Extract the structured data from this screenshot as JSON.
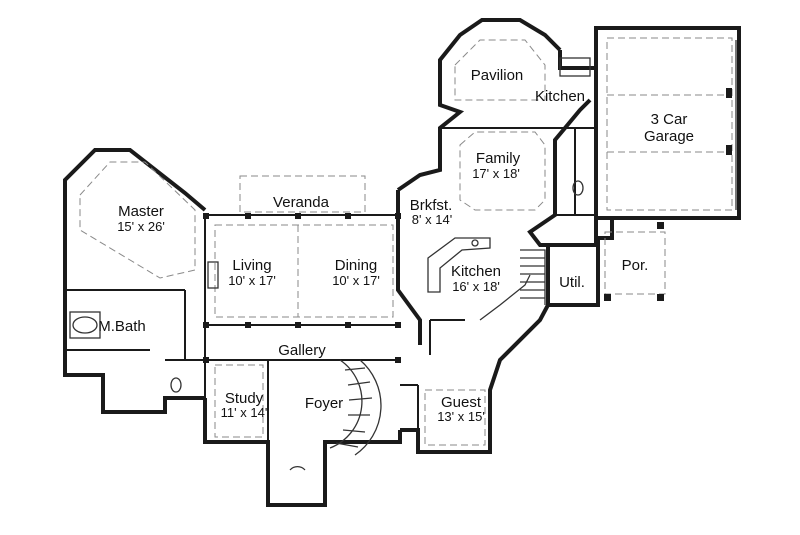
{
  "rooms": {
    "pavilion": {
      "name": "Pavilion"
    },
    "outdoor_kitchen": {
      "name": "Kitchen"
    },
    "garage": {
      "name_line1": "3 Car",
      "name_line2": "Garage"
    },
    "family": {
      "name": "Family",
      "dim": "17' x 18'"
    },
    "master": {
      "name": "Master",
      "dim": "15' x 26'"
    },
    "veranda": {
      "name": "Veranda"
    },
    "breakfast": {
      "name": "Brkfst.",
      "dim": "8' x 14'"
    },
    "living": {
      "name": "Living",
      "dim": "10' x 17'"
    },
    "dining": {
      "name": "Dining",
      "dim": "10' x 17'"
    },
    "kitchen": {
      "name": "Kitchen",
      "dim": "16' x 18'"
    },
    "utility": {
      "name": "Util."
    },
    "porch": {
      "name": "Por."
    },
    "master_bath": {
      "name": "M.Bath"
    },
    "gallery": {
      "name": "Gallery"
    },
    "study": {
      "name": "Study",
      "dim": "11' x 14'"
    },
    "foyer": {
      "name": "Foyer"
    },
    "guest": {
      "name": "Guest",
      "dim": "13' x 15'"
    }
  }
}
